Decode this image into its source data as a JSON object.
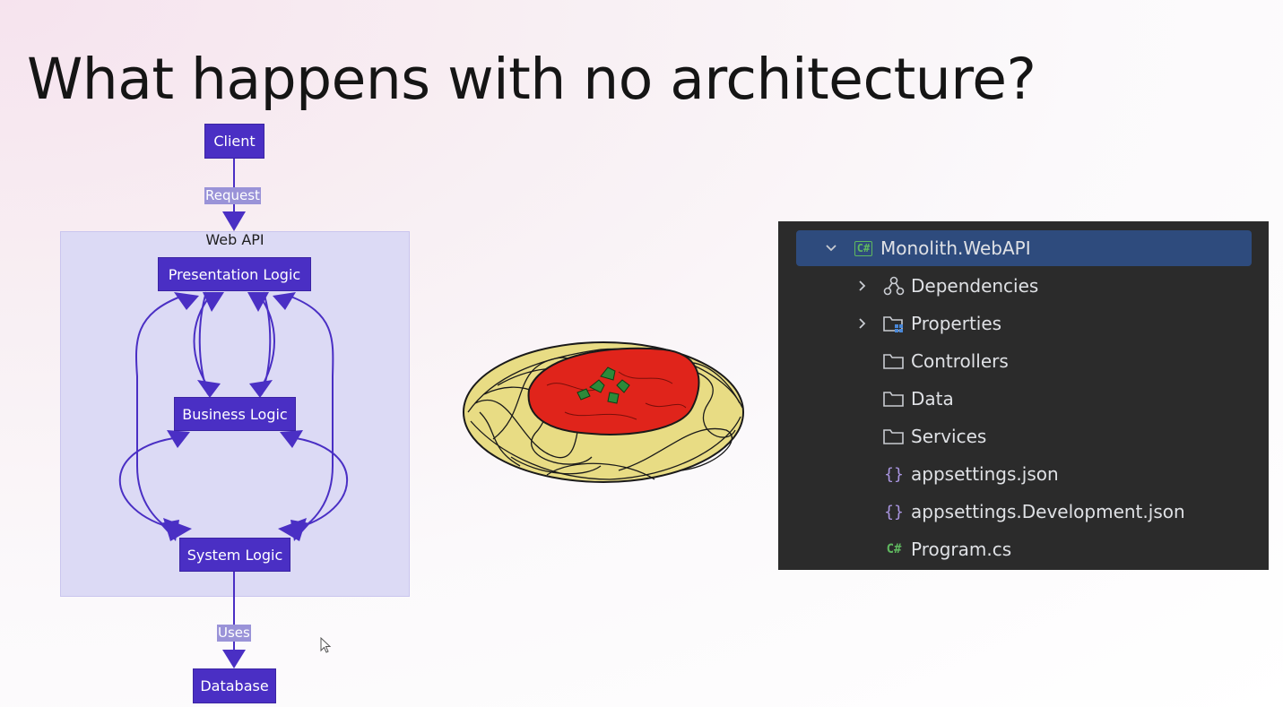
{
  "slide": {
    "title": "What happens with no architecture?"
  },
  "diagram": {
    "nodes": {
      "client": "Client",
      "presentation": "Presentation Logic",
      "business": "Business Logic",
      "system": "System Logic",
      "database": "Database"
    },
    "subgraph_label": "Web API",
    "edge_labels": {
      "request": "Request",
      "uses": "Uses"
    },
    "colors": {
      "node": "#4a2fc4",
      "subgraph": "#dcdaf5",
      "edge_label": "#9a93d8"
    }
  },
  "illustration": {
    "icon": "spaghetti-plate-icon"
  },
  "explorer": {
    "project": {
      "name": "Monolith.WebAPI",
      "badge": "C#",
      "expanded": true
    },
    "items": [
      {
        "label": "Dependencies",
        "icon": "dependencies-icon",
        "collapsible": true
      },
      {
        "label": "Properties",
        "icon": "folder-properties-icon",
        "collapsible": true
      },
      {
        "label": "Controllers",
        "icon": "folder-icon",
        "collapsible": false
      },
      {
        "label": "Data",
        "icon": "folder-icon",
        "collapsible": false
      },
      {
        "label": "Services",
        "icon": "folder-icon",
        "collapsible": false
      },
      {
        "label": "appsettings.json",
        "icon": "json-file-icon",
        "collapsible": false
      },
      {
        "label": "appsettings.Development.json",
        "icon": "json-file-icon",
        "collapsible": false
      },
      {
        "label": "Program.cs",
        "icon": "csharp-file-icon",
        "badge": "C#",
        "collapsible": false
      }
    ],
    "colors": {
      "background": "#2b2b2b",
      "selected": "#2e4b7d",
      "text": "#dfe1e5"
    }
  }
}
